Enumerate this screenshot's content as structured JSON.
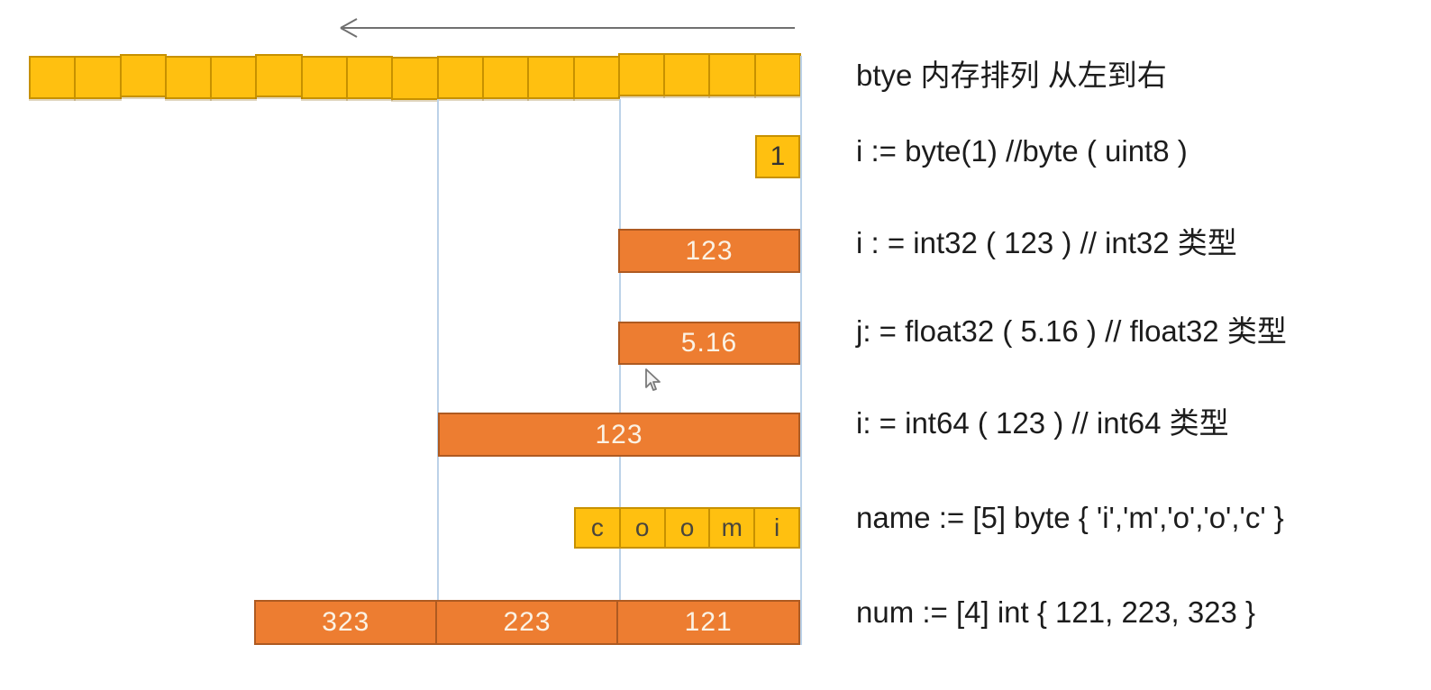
{
  "colors": {
    "byte_cell_fill": "#FFC010",
    "byte_cell_border": "#C79100",
    "bar_fill": "#ED7D31",
    "bar_border": "#AE5A21",
    "bar_text": "#FBF2E4",
    "guide_line": "#BCD2E8",
    "arrow": "#707070",
    "code_text": "#1C1C1C",
    "background": "#FFFFFF"
  },
  "diagram": {
    "arrow_direction": "left",
    "byte_strip": {
      "cell_count": 17
    },
    "value_box": {
      "label": "1"
    },
    "int32_bar": {
      "label": "123"
    },
    "float32_bar": {
      "label": "5.16"
    },
    "int64_bar": {
      "label": "123"
    },
    "name_cells": [
      "c",
      "o",
      "o",
      "m",
      "i"
    ],
    "num_cells": [
      "323",
      "223",
      "121"
    ]
  },
  "code_lines": [
    "btye 内存排列 从左到右",
    "i := byte(1)  //byte ( uint8 )",
    "i : = int32 ( 123 )   // int32 类型",
    "j: = float32 ( 5.16 ) // float32 类型",
    "i: = int64 ( 123 )  // int64 类型",
    "name := [5] byte { 'i','m','o','o','c' }",
    "num := [4] int { 121, 223, 323 }"
  ]
}
